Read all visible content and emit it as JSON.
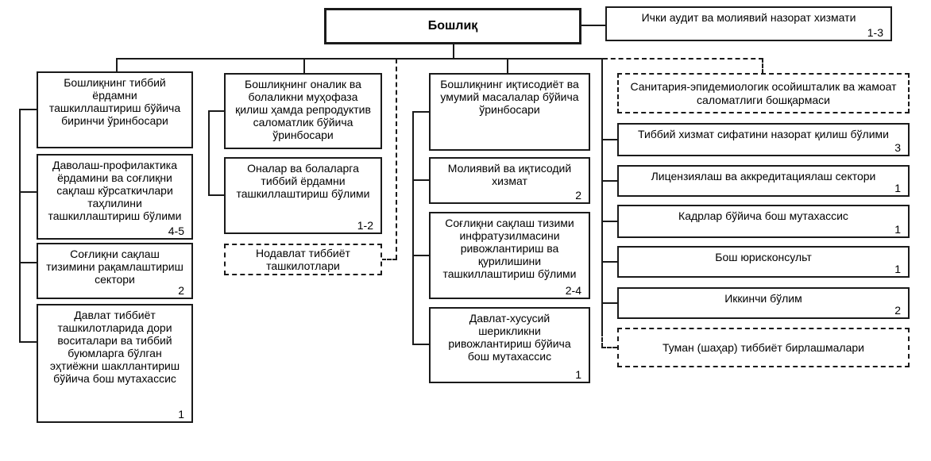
{
  "colors": {
    "ink": "#000000",
    "background": "#ffffff"
  },
  "org": {
    "head": {
      "label": "Бошлиқ"
    },
    "audit": {
      "label": "Ички аудит ва молиявий назорат хизмати",
      "staff": "1-3"
    },
    "col1": {
      "deputy": {
        "label": "Бошлиқнинг тиббий ёрдамни ташкиллаштириш бўйича биринчи ўринбосари"
      },
      "units": [
        {
          "label": "Даволаш-профилактика ёрдамини ва соғлиқни сақлаш кўрсаткичлари таҳлилини ташкиллаштириш бўлими",
          "staff": "4-5"
        },
        {
          "label": "Соғлиқни сақлаш тизимини рақамлаштириш сектори",
          "staff": "2"
        },
        {
          "label": "Давлат тиббиёт ташкилотларида дори воситалари ва тиббий буюмларга бўлган эҳтиёжни шакллантириш бўйича бош мутахассис",
          "staff": "1"
        }
      ]
    },
    "col2": {
      "deputy": {
        "label": "Бошлиқнинг оналик ва болаликни муҳофаза қилиш ҳамда репродуктив саломатлик бўйича ўринбосари"
      },
      "units": [
        {
          "label": "Оналар ва болаларга тиббий ёрдамни ташкиллаштириш бўлими",
          "staff": "1-2"
        }
      ],
      "affiliated": {
        "label": "Нодавлат тиббиёт ташкилотлари"
      }
    },
    "col3": {
      "deputy": {
        "label": "Бошлиқнинг иқтисодиёт ва умумий масалалар бўйича ўринбосари"
      },
      "units": [
        {
          "label": "Молиявий ва иқтисодий хизмат",
          "staff": "2"
        },
        {
          "label": "Соғлиқни сақлаш тизими инфратузилмасини ривожлантириш ва қурилишини ташкиллаштириш бўлими",
          "staff": "2-4"
        },
        {
          "label": "Давлат-хусусий шерикликни ривожлантириш бўйича бош мутахассис",
          "staff": "1"
        }
      ]
    },
    "col4": {
      "department": {
        "label": "Санитария-эпидемиологик осойишталик ва жамоат саломатлиги бошқармаси"
      },
      "units": [
        {
          "label": "Тиббий хизмат сифатини назорат қилиш бўлими",
          "staff": "3"
        },
        {
          "label": "Лицензиялаш ва аккредитациялаш сектори",
          "staff": "1"
        },
        {
          "label": "Кадрлар бўйича бош мутахассис",
          "staff": "1"
        },
        {
          "label": "Бош юрисконсульт",
          "staff": "1"
        },
        {
          "label": "Иккинчи бўлим",
          "staff": "2"
        }
      ],
      "affiliated": {
        "label": "Туман (шаҳар) тиббиёт бирлашмалари"
      }
    }
  }
}
